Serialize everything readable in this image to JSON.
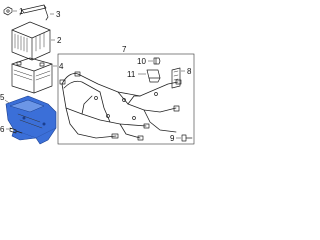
{
  "callouts": [
    "1",
    "2",
    "3",
    "4",
    "5",
    "6",
    "7",
    "8",
    "9",
    "10",
    "11"
  ],
  "colors": {
    "highlight": "#3b6fd8",
    "line": "#222222",
    "background": "#ffffff"
  }
}
